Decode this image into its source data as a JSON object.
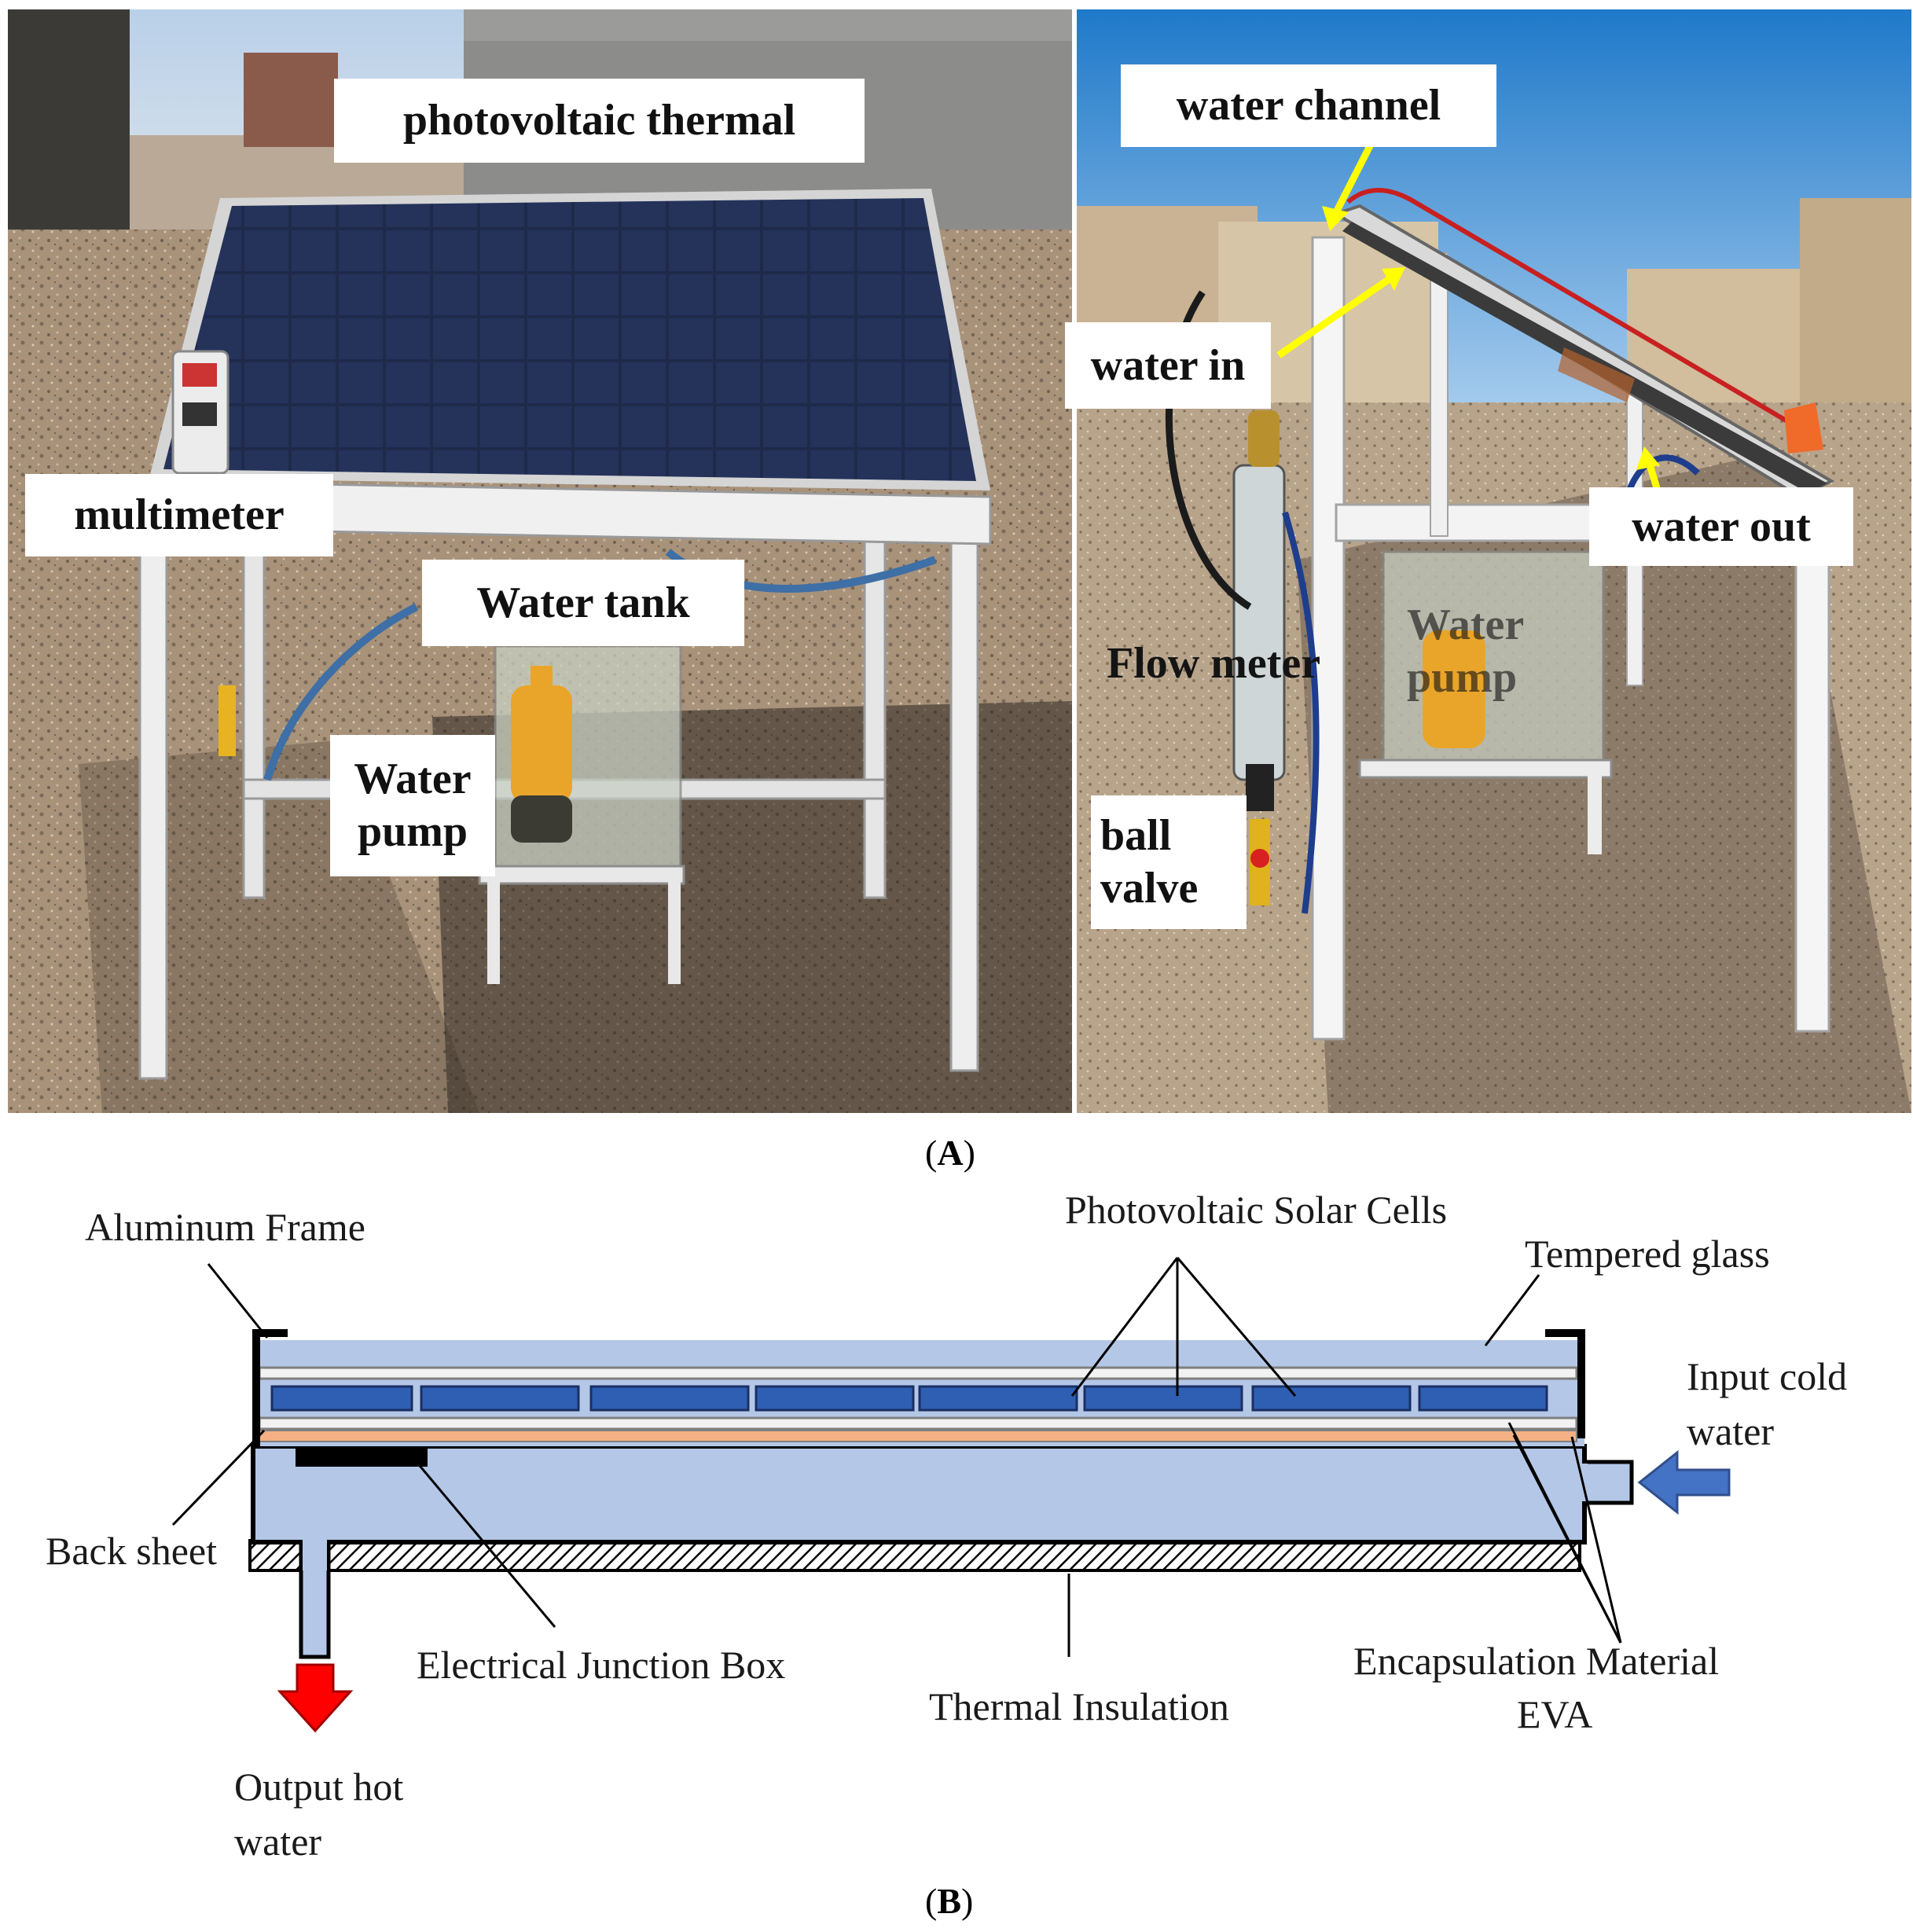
{
  "panel_a": {
    "caption_letter": "A",
    "left_photo": {
      "labels": {
        "photovoltaic_thermal": "photovoltaic thermal",
        "multimeter": "multimeter",
        "water_tank": "Water tank",
        "water_pump": "Water pump"
      }
    },
    "right_photo": {
      "labels": {
        "water_channel": "water channel",
        "water_in": "water in",
        "water_out": "water out",
        "flow_meter": "Flow meter",
        "water_pump": "Water pump",
        "ball_valve": "ball valve"
      }
    }
  },
  "panel_b": {
    "caption_letter": "B",
    "labels": {
      "aluminum_frame": "Aluminum Frame",
      "photovoltaic_solar_cells": "Photovoltaic Solar Cells",
      "tempered_glass": "Tempered glass",
      "input_cold_water_1": "Input cold",
      "input_cold_water_2": "water",
      "back_sheet": "Back sheet",
      "electrical_junction_box": "Electrical Junction Box",
      "thermal_insulation": "Thermal Insulation",
      "encapsulation_material": "Encapsulation Material",
      "eva": "EVA",
      "output_hot_water_1": "Output hot",
      "output_hot_water_2": "water"
    },
    "colors": {
      "water_blue": "#b4c7e7",
      "cell_blue": "#2f5fb3",
      "back_sheet_orange": "#f4b183",
      "hot_arrow_red": "#ff0000",
      "cold_arrow_blue": "#4472c4"
    }
  }
}
